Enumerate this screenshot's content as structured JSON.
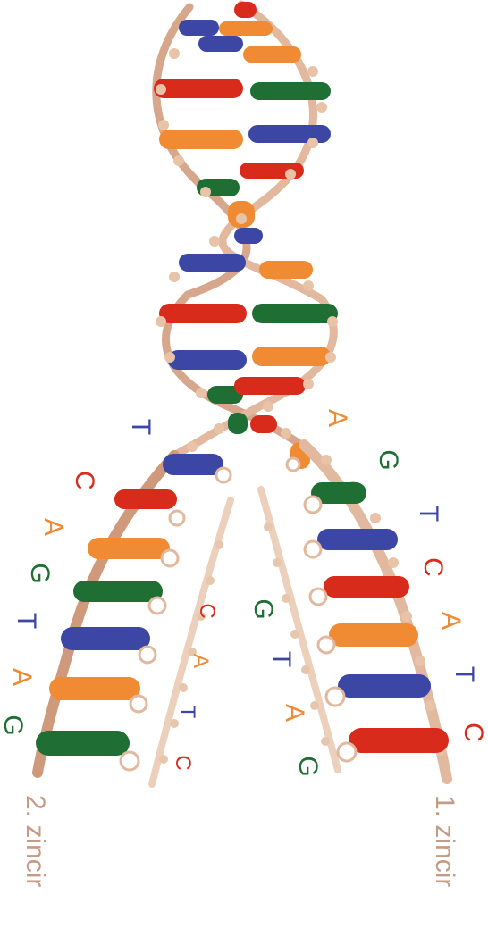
{
  "colors": {
    "A": "#f08a33",
    "T": "#3c47a5",
    "G": "#1f6f35",
    "C": "#d92b1c",
    "backbone": "#d6a78c",
    "backbone_light": "#e9c7b0",
    "label": "#c59b86"
  },
  "left_template": {
    "label": "2. zincir",
    "letters": [
      "T",
      "C",
      "A",
      "G",
      "T",
      "A",
      "G"
    ]
  },
  "left_new": {
    "letters": [
      "C",
      "A",
      "T",
      "C"
    ]
  },
  "right_new": {
    "letters": [
      "G",
      "T",
      "A",
      "G"
    ]
  },
  "right_template": {
    "label": "1. zincir",
    "letters": [
      "A",
      "G",
      "T",
      "C",
      "A",
      "T",
      "C"
    ]
  }
}
